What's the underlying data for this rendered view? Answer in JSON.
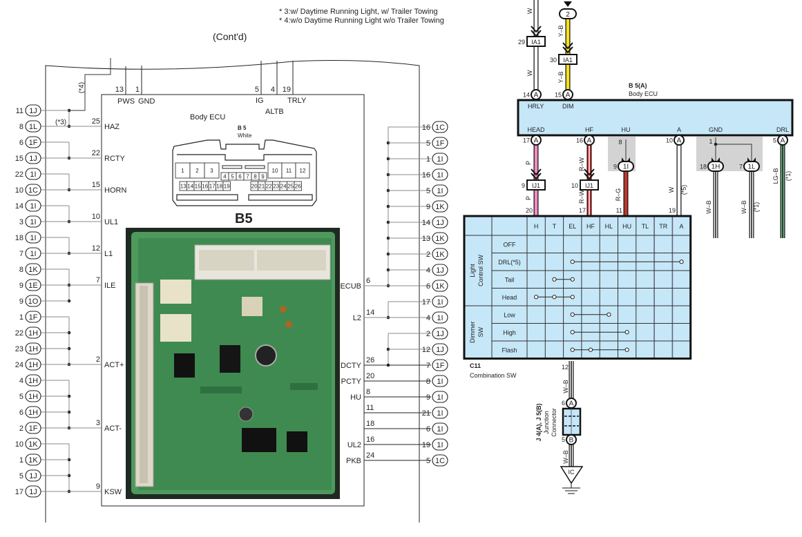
{
  "notes": [
    "* 3:w/ Daytime Running Light, w/ Trailer Towing",
    "* 4:w/o Daytime Running Light w/o Trailer Towing"
  ],
  "contd": "(Cont'd)",
  "left_ecu": {
    "title": "Body ECU",
    "connector_label": "B 5",
    "connector_color": "White",
    "photo_label": "B5",
    "cavities_top_large_left": [
      "1",
      "2",
      "3"
    ],
    "cavities_top_small": [
      "4",
      "5",
      "6",
      "7",
      "8",
      "9"
    ],
    "cavities_top_large_right": [
      "10",
      "11",
      "12"
    ],
    "cavities_bottom_left": [
      "13",
      "14",
      "15",
      "16",
      "17",
      "18",
      "19"
    ],
    "cavities_bottom_right": [
      "20",
      "21",
      "22",
      "23",
      "24",
      "25",
      "26"
    ],
    "top_pins": [
      {
        "pin": "13",
        "name": "PWS"
      },
      {
        "pin": "1",
        "name": "GND"
      },
      {
        "pin": "5",
        "name": "IG"
      },
      {
        "pin": "4",
        "name": "ALTB"
      },
      {
        "pin": "19",
        "name": "TRLY"
      }
    ],
    "note_star3": "(*3)",
    "note_star4": "(*4)",
    "left_connectors": [
      {
        "pin": "11",
        "conn": "1J"
      },
      {
        "pin": "8",
        "conn": "1L"
      },
      {
        "pin": "6",
        "conn": "1F"
      },
      {
        "pin": "15",
        "conn": "1J"
      },
      {
        "pin": "22",
        "conn": "1I"
      },
      {
        "pin": "10",
        "conn": "1C"
      },
      {
        "pin": "14",
        "conn": "1I"
      },
      {
        "pin": "3",
        "conn": "1I"
      },
      {
        "pin": "18",
        "conn": "1I"
      },
      {
        "pin": "7",
        "conn": "1I"
      },
      {
        "pin": "8",
        "conn": "1K"
      },
      {
        "pin": "9",
        "conn": "1E"
      },
      {
        "pin": "9",
        "conn": "1O"
      },
      {
        "pin": "1",
        "conn": "1F"
      },
      {
        "pin": "22",
        "conn": "1H"
      },
      {
        "pin": "23",
        "conn": "1H"
      },
      {
        "pin": "24",
        "conn": "1H"
      },
      {
        "pin": "4",
        "conn": "1H"
      },
      {
        "pin": "5",
        "conn": "1H"
      },
      {
        "pin": "6",
        "conn": "1H"
      },
      {
        "pin": "2",
        "conn": "1F"
      },
      {
        "pin": "10",
        "conn": "1K"
      },
      {
        "pin": "1",
        "conn": "1K"
      },
      {
        "pin": "5",
        "conn": "1J"
      },
      {
        "pin": "17",
        "conn": "1J"
      }
    ],
    "left_groups": [
      [
        0,
        1
      ],
      [
        2,
        3
      ],
      [
        4,
        5
      ],
      [
        6,
        7
      ],
      [
        8,
        9
      ],
      [
        10,
        11,
        12
      ],
      [
        13,
        14,
        15,
        16
      ],
      [
        17,
        18,
        19,
        20
      ],
      [
        21,
        22,
        23,
        24
      ]
    ],
    "left_terminals": [
      {
        "row": 1,
        "pin": "25",
        "name": "HAZ"
      },
      {
        "row": 3,
        "pin": "22",
        "name": "RCTY"
      },
      {
        "row": 5,
        "pin": "15",
        "name": "HORN"
      },
      {
        "row": 7,
        "pin": "10",
        "name": "UL1"
      },
      {
        "row": 9,
        "pin": "12",
        "name": "L1"
      },
      {
        "row": 11,
        "pin": "7",
        "name": "ILE"
      },
      {
        "row": 16,
        "pin": "2",
        "name": "ACT+"
      },
      {
        "row": 20,
        "pin": "3",
        "name": "ACT-"
      },
      {
        "row": 24,
        "pin": "9",
        "name": "KSW"
      }
    ],
    "right_connectors": [
      {
        "pin": "16",
        "conn": "1C"
      },
      {
        "pin": "5",
        "conn": "1F"
      },
      {
        "pin": "1",
        "conn": "1I"
      },
      {
        "pin": "16",
        "conn": "1I"
      },
      {
        "pin": "5",
        "conn": "1I"
      },
      {
        "pin": "9",
        "conn": "1K"
      },
      {
        "pin": "14",
        "conn": "1J"
      },
      {
        "pin": "13",
        "conn": "1K"
      },
      {
        "pin": "2",
        "conn": "1K"
      },
      {
        "pin": "4",
        "conn": "1J"
      },
      {
        "pin": "6",
        "conn": "1K"
      },
      {
        "pin": "17",
        "conn": "1I"
      },
      {
        "pin": "4",
        "conn": "1I"
      },
      {
        "pin": "2",
        "conn": "1J"
      },
      {
        "pin": "12",
        "conn": "1J"
      },
      {
        "pin": "7",
        "conn": "1F"
      },
      {
        "pin": "8",
        "conn": "1I"
      },
      {
        "pin": "9",
        "conn": "1I"
      },
      {
        "pin": "21",
        "conn": "1I"
      },
      {
        "pin": "6",
        "conn": "1I"
      },
      {
        "pin": "19",
        "conn": "1I"
      },
      {
        "pin": "5",
        "conn": "1C"
      }
    ],
    "right_groups": [
      [
        0,
        1,
        2,
        3,
        4,
        5,
        6,
        7,
        8,
        9,
        10
      ],
      [
        11,
        12
      ],
      [
        13,
        14,
        15
      ]
    ],
    "right_terminals": [
      {
        "row": 10,
        "pin": "6",
        "name": "ECUB"
      },
      {
        "row": 12,
        "pin": "14",
        "name": "L2"
      },
      {
        "row": 15,
        "pin": "26",
        "name": "DCTY"
      },
      {
        "row": 16,
        "pin": "20",
        "name": "PCTY"
      },
      {
        "row": 17,
        "pin": "8",
        "name": "HU"
      },
      {
        "row": 18,
        "pin": "11",
        "name": ""
      },
      {
        "row": 19,
        "pin": "18",
        "name": ""
      },
      {
        "row": 20,
        "pin": "16",
        "name": "UL2"
      },
      {
        "row": 21,
        "pin": "24",
        "name": "PKB"
      }
    ]
  },
  "right_diagram": {
    "ecu_code": "B 5(A)",
    "ecu_name": "Body ECU",
    "top_connector": "2",
    "wire_w": "W",
    "wire_yb": "Y–B",
    "ia1": {
      "label": "IA1",
      "pin_w": "29",
      "pin_yb": "30"
    },
    "top_terms": [
      {
        "pin": "14",
        "conn": "A",
        "name": "HRLY"
      },
      {
        "pin": "15",
        "conn": "A",
        "name": "DIM"
      }
    ],
    "bottom_terms": [
      {
        "pin": "17",
        "conn": "A",
        "name": "HEAD"
      },
      {
        "pin": "16",
        "conn": "A",
        "name": "HF"
      },
      {
        "pin": "8",
        "conn": "",
        "name": "HU"
      },
      {
        "pin": "10",
        "conn": "A",
        "name": "A"
      },
      {
        "pin": "1",
        "conn": "",
        "name": "GND"
      },
      {
        "pin": "5",
        "conn": "A",
        "name": "DRL"
      }
    ],
    "ij1": {
      "label": "IJ1",
      "pin_head": "9",
      "pin_hf": "10"
    },
    "hu_conn": {
      "pin": "9",
      "conn": "1I"
    },
    "gnd_conns": [
      {
        "pin": "18",
        "conn": "1H"
      },
      {
        "pin": "7",
        "conn": "1L"
      }
    ],
    "wire_labels": {
      "p": "P",
      "rw": "R–W",
      "rg": "R–G",
      "w": "W",
      "wb": "W–B",
      "lgb": "LG–B",
      "star5": "(*5)",
      "star1": "(*1)"
    },
    "switch_pins": {
      "h": "20",
      "hf": "17",
      "hu": "11",
      "a": "19"
    },
    "colors": {
      "blue": "#c6e7f8",
      "pink": "#f28cbf",
      "red": "#e0262c",
      "yellow": "#f7e11b",
      "green": "#7cc595",
      "brown": "#7a5a2a",
      "grey": "#d3d3d3"
    }
  },
  "switch": {
    "code": "C11",
    "name": "Combination SW",
    "columns": [
      "H",
      "T",
      "EL",
      "HF",
      "HL",
      "HU",
      "TL",
      "TR",
      "A"
    ],
    "groups": [
      {
        "label1": "Light",
        "label2": "Control SW",
        "rows": 4
      },
      {
        "label1": "Dimmer",
        "label2": "SW",
        "rows": 3
      }
    ],
    "rows": [
      {
        "label": "OFF",
        "connect": []
      },
      {
        "label": "DRL(*5)",
        "connect": [
          "EL",
          "A"
        ]
      },
      {
        "label": "Tail",
        "connect": [
          "T",
          "EL"
        ]
      },
      {
        "label": "Head",
        "connect": [
          "H",
          "T",
          "EL"
        ]
      },
      {
        "label": "Low",
        "connect": [
          "EL",
          "HL"
        ]
      },
      {
        "label": "High",
        "connect": [
          "EL",
          "HU"
        ]
      },
      {
        "label": "Flash",
        "connect": [
          "EL",
          "HF",
          "HU"
        ]
      }
    ],
    "out_pin": "12",
    "out_wire": "W–B"
  },
  "junction": {
    "label1": "J 4(A), J 5(B)",
    "label2": "Junction",
    "label3": "Connector",
    "pin_a": "6",
    "conn_a": "A",
    "pin_b": "5",
    "conn_b": "B",
    "wire": "W–B",
    "ground": "IC"
  }
}
